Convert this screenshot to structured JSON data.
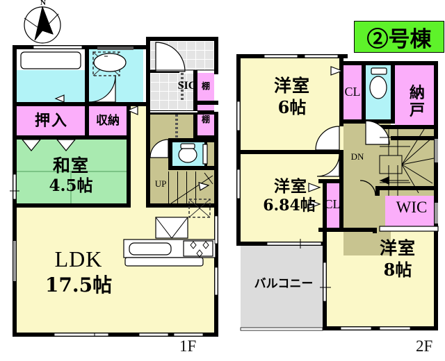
{
  "badge": {
    "text": "②号棟"
  },
  "compass": {
    "label": "N",
    "name": "north-arrow"
  },
  "floor_labels": {
    "first": "1F",
    "second": "2F"
  },
  "floor1": {
    "rooms": [
      {
        "id": "ldk",
        "label": "LDK",
        "size": "17.5帖",
        "color": "#fbf8c8"
      },
      {
        "id": "washitsu",
        "label": "和室",
        "size": "4.5帖",
        "color": "#a9eab0"
      }
    ],
    "spaces": [
      {
        "id": "oshiire",
        "label": "押入",
        "color": "#fbaefa"
      },
      {
        "id": "shuunou",
        "label": "収納",
        "color": "#fbaefa"
      },
      {
        "id": "sic",
        "label": "SIC",
        "color": "#e4e4e4"
      },
      {
        "id": "tana-1",
        "label": "棚",
        "color": "#fbaefa"
      },
      {
        "id": "tana-2",
        "label": "棚",
        "color": "#fbaefa"
      },
      {
        "id": "stairs-up",
        "label": "UP",
        "color": "#c8c490"
      }
    ],
    "fixtures": [
      "bathtub",
      "washbasin",
      "toilet",
      "kitchen-sink",
      "stove",
      "range-hood",
      "washing-machine-space"
    ]
  },
  "floor2": {
    "rooms": [
      {
        "id": "youshitsu-6",
        "label": "洋室",
        "size": "6帖",
        "color": "#fbf8c8"
      },
      {
        "id": "youshitsu-684",
        "label": "洋室",
        "size": "6.84帖",
        "color": "#fbf8c8"
      },
      {
        "id": "youshitsu-8",
        "label": "洋室",
        "size": "8帖",
        "color": "#fbf8c8"
      }
    ],
    "spaces": [
      {
        "id": "cl-1",
        "label": "CL",
        "color": "#fbaefa"
      },
      {
        "id": "cl-2",
        "label": "CL",
        "color": "#fbaefa"
      },
      {
        "id": "nando",
        "label": "納戸",
        "color": "#fbaefa"
      },
      {
        "id": "wic",
        "label": "WIC",
        "color": "#fbaefa"
      },
      {
        "id": "balcony",
        "label": "バルコニー",
        "color": "#dcdcdc"
      },
      {
        "id": "stairs-dn",
        "label": "DN",
        "color": "#c8c490"
      }
    ],
    "fixtures": [
      "toilet"
    ]
  },
  "colors": {
    "accent_badge": "#5ef22a",
    "wall": "#000000",
    "room_yellow": "#fbf8c8",
    "tatami_green": "#a9eab0",
    "closet_pink": "#fbaefa",
    "water_cyan": "#b2f3f7",
    "hall_olive": "#c8c490",
    "balcony_grey": "#dcdcdc"
  }
}
